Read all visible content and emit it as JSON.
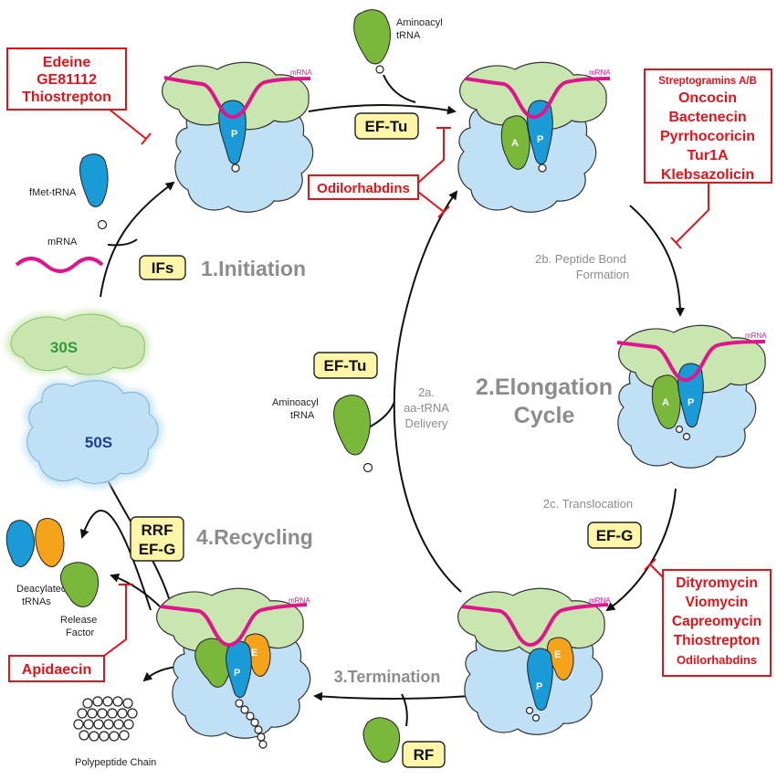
{
  "stages": {
    "initiation": "1.Initiation",
    "elongation_line1": "2.Elongation",
    "elongation_line2": "Cycle",
    "termination": "3.Termination",
    "recycling": "4.Recycling"
  },
  "substeps": {
    "peptide_bond_line1": "2b. Peptide Bond",
    "peptide_bond_line2": "Formation",
    "delivery_line1": "2a.",
    "delivery_line2": "aa-tRNA",
    "delivery_line3": "Delivery",
    "translocation": "2c. Translocation"
  },
  "factors": {
    "ifs": "IFs",
    "ef_tu_top": "EF-Tu",
    "ef_tu_mid": "EF-Tu",
    "ef_g": "EF-G",
    "rrf": "RRF",
    "ef_g_recycling": "EF-G",
    "rf": "RF"
  },
  "molecules": {
    "aminoacyl_trna_top_1": "Aminoacyl",
    "aminoacyl_trna_top_2": "tRNA",
    "aminoacyl_trna_mid_1": "Aminoacyl",
    "aminoacyl_trna_mid_2": "tRNA",
    "fmet_trna": "fMet-tRNA",
    "mrna_free": "mRNA",
    "subunit_30s": "30S",
    "subunit_50s": "50S",
    "deacylated_1": "Deacylated",
    "deacylated_2": "tRNAs",
    "release_factor_1": "Release",
    "release_factor_2": "Factor",
    "polypeptide": "Polypeptide Chain",
    "mrna_tag": "mRNA",
    "site_p": "P",
    "site_a": "A",
    "site_e": "E"
  },
  "inhibitors": {
    "initiation": [
      "Edeine",
      "GE81112",
      "Thiostrepton"
    ],
    "delivery": [
      "Odilorhabdins"
    ],
    "peptide_bond_header": "Streptogramins A/B",
    "peptide_bond": [
      "Oncocin",
      "Bactenecin",
      "Pyrrhocoricin",
      "Tur1A",
      "Klebsazolicin"
    ],
    "translocation": [
      "Dityromycin",
      "Viomycin",
      "Capreomycin",
      "Thiostrepton"
    ],
    "translocation_last": "Odilorhabdins",
    "recycling": [
      "Apidaecin"
    ]
  },
  "colors": {
    "small_subunit": "#c9e6b0",
    "large_subunit": "#bfe0f5",
    "mrna": "#e0158b",
    "p_site_trna": "#1a9ad6",
    "a_site_trna": "#7ab83c",
    "e_site_trna": "#f4a31a",
    "inhibitor_red": "#e1141b",
    "factor_box": "#fdf6a9"
  }
}
